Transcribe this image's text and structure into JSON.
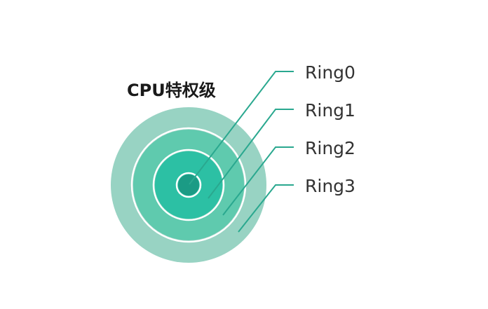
{
  "title": "CPU特权级",
  "rings": [
    {
      "label": "Ring0",
      "fill": "#1b9b85"
    },
    {
      "label": "Ring1",
      "fill": "#2cc0a4"
    },
    {
      "label": "Ring2",
      "fill": "#5fcaae"
    },
    {
      "label": "Ring3",
      "fill": "#98d3c3"
    }
  ],
  "colors": {
    "leader_line": "#2aa88f",
    "separator": "#ffffff",
    "text": "#333333"
  }
}
